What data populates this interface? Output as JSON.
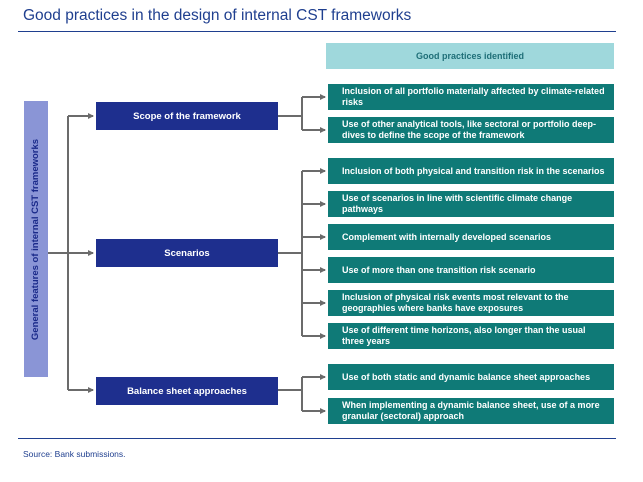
{
  "title": "Good practices in the design of internal CST frameworks",
  "header": "Good practices identified",
  "vertical_label": "General features of internal CST frameworks",
  "features": [
    {
      "label": "Scope of the framework"
    },
    {
      "label": "Scenarios"
    },
    {
      "label": "Balance sheet approaches"
    }
  ],
  "practices": [
    {
      "text": "Inclusion of all portfolio materially affected by climate-related risks"
    },
    {
      "text": "Use of other analytical tools, like sectoral or portfolio deep-dives to define the scope of the framework"
    },
    {
      "text": "Inclusion of both physical and transition risk in the scenarios"
    },
    {
      "text": "Use of scenarios in line with scientific climate change pathways"
    },
    {
      "text": "Complement with internally developed scenarios"
    },
    {
      "text": "Use of more than one transition risk scenario"
    },
    {
      "text": "Inclusion of physical risk events most relevant to the geographies where banks have exposures"
    },
    {
      "text": "Use of different time horizons, also longer than the usual three years"
    },
    {
      "text": "Use of both static and dynamic balance sheet approaches"
    },
    {
      "text": "When implementing a dynamic balance sheet, use of a more granular (sectoral) approach"
    }
  ],
  "source": "Source: Bank submissions.",
  "colors": {
    "title": "#1f3f8f",
    "feature_box": "#1e2f8e",
    "practice_box": "#0f7a77",
    "header_box": "#9fd8dc",
    "vertical_box": "#8a95d6",
    "connector": "#6b6b6b"
  }
}
